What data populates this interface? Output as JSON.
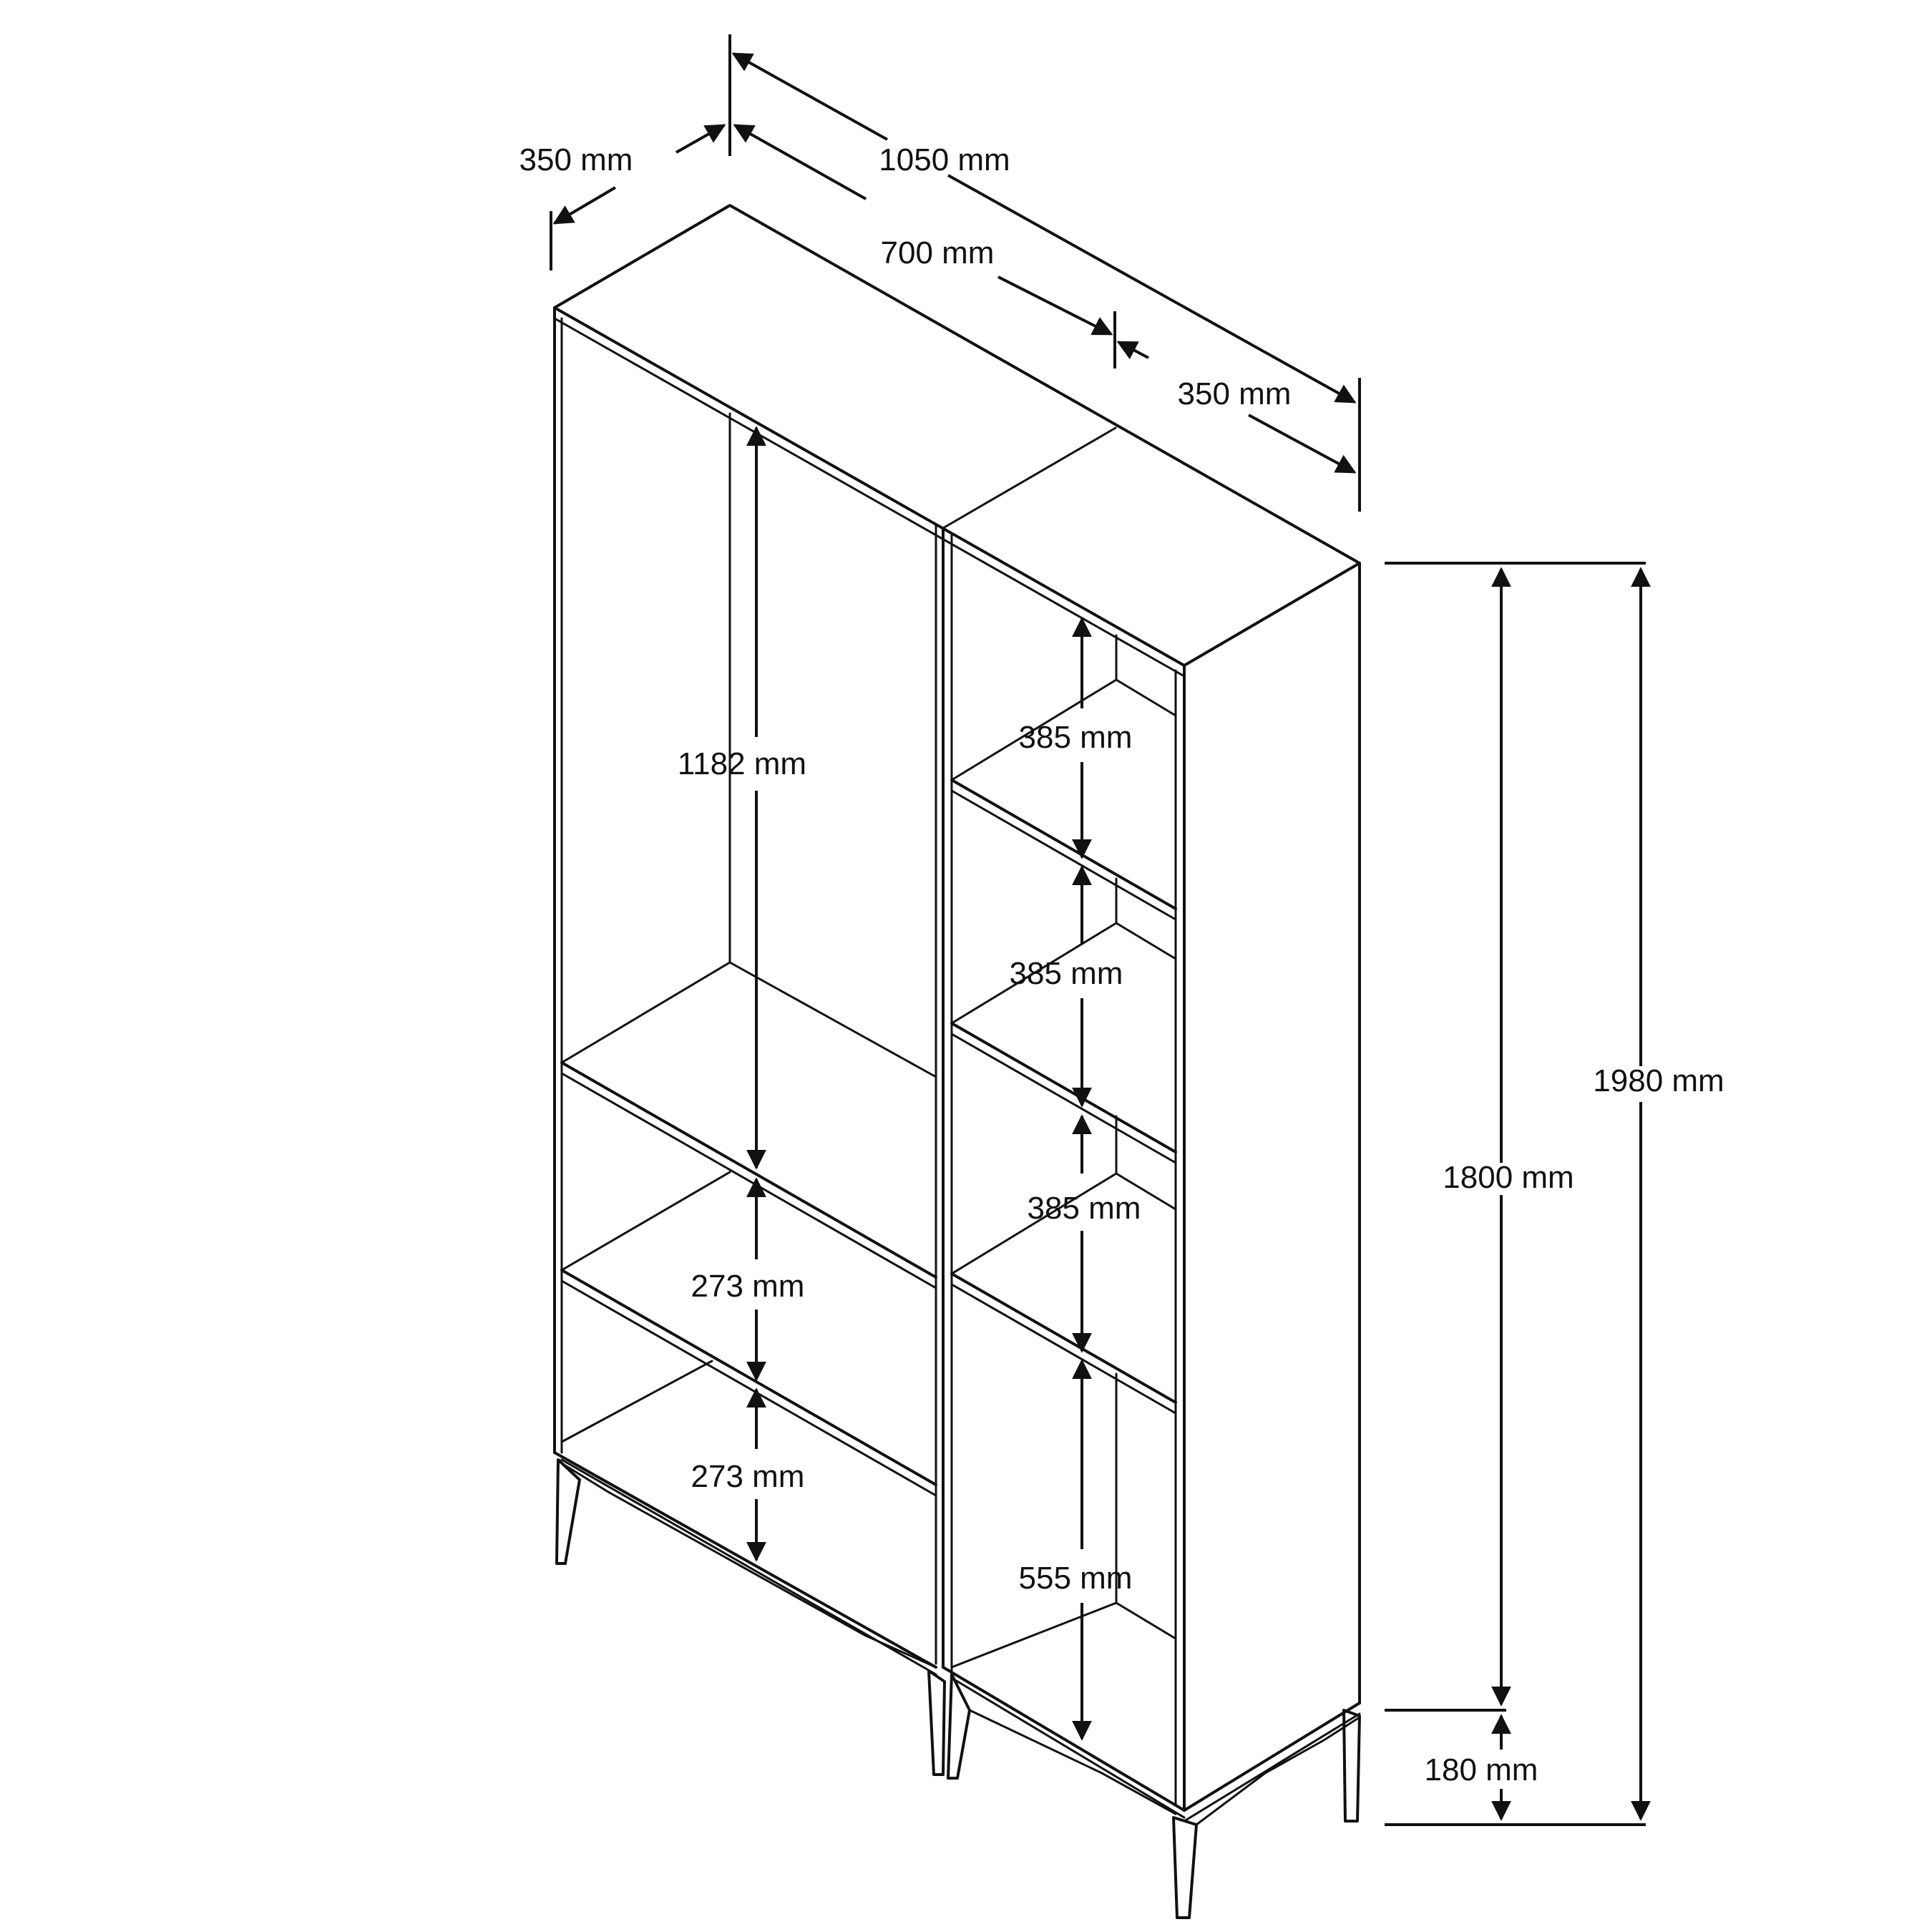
{
  "dimensions": {
    "total_width": "1050 mm",
    "left_depth": "350 mm",
    "left_width": "700 mm",
    "right_depth": "350 mm",
    "total_height": "1980 mm",
    "body_height": "1800 mm",
    "leg_height": "180 mm",
    "left_top_compartment": "1182 mm",
    "left_middle_compartment": "273 mm",
    "left_bottom_compartment": "273 mm",
    "right_shelf_1": "385 mm",
    "right_shelf_2": "385 mm",
    "right_shelf_3": "385 mm",
    "right_bottom_compartment": "555 mm"
  },
  "colors": {
    "line": "#111111",
    "background": "#ffffff"
  }
}
